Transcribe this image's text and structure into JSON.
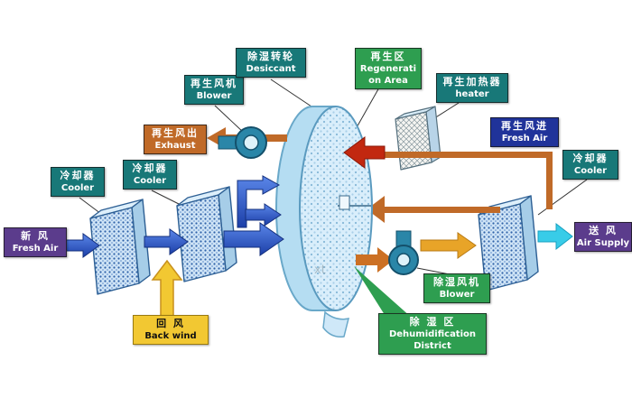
{
  "labels": {
    "fresh_air_in": {
      "line1": "新 风",
      "line2": "Fresh Air"
    },
    "cooler_1": {
      "line1": "冷却器",
      "line2": "Cooler"
    },
    "cooler_2": {
      "line1": "冷却器",
      "line2": "Cooler"
    },
    "back_wind": {
      "line1": "回 风",
      "line2": "Back wind"
    },
    "regen_blower": {
      "line1": "再生风机",
      "line2": "Blower"
    },
    "exhaust": {
      "line1": "再生风出",
      "line2": "Exhaust"
    },
    "desiccant_wheel": {
      "line1": "除湿转轮",
      "line2": "Desiccant"
    },
    "regen_area": {
      "line1": "再生区",
      "line2": "Regenerati",
      "line3": "on Area"
    },
    "heater": {
      "line1": "再生加热器",
      "line2": "heater"
    },
    "regen_fresh_air": {
      "line1": "再生风进",
      "line2": "Fresh Air"
    },
    "cooler_3": {
      "line1": "冷却器",
      "line2": "Cooler"
    },
    "air_supply": {
      "line1": "送 风",
      "line2": "Air Supply"
    },
    "dehumid_blower": {
      "line1": "除湿风机",
      "line2": "Blower"
    },
    "dehumid_district": {
      "line1": "除 湿 区",
      "line2": "Dehumidification",
      "line3": "District"
    }
  },
  "watermark": "xt",
  "colors": {
    "label_purple": "#5b3c8c",
    "label_teal": "#187878",
    "label_green": "#2e9e50",
    "label_orange": "#c06a28",
    "label_navy": "#20339a",
    "label_yellow": "#f2c832",
    "arrow_blue": "#2857c8",
    "arrow_orange": "#c06a28",
    "arrow_red": "#c22810",
    "arrow_yellow": "#f2c832",
    "arrow_amber": "#e8a428",
    "arrow_cyan": "#38cce8",
    "wheel_fill": "#b5ddf2"
  }
}
